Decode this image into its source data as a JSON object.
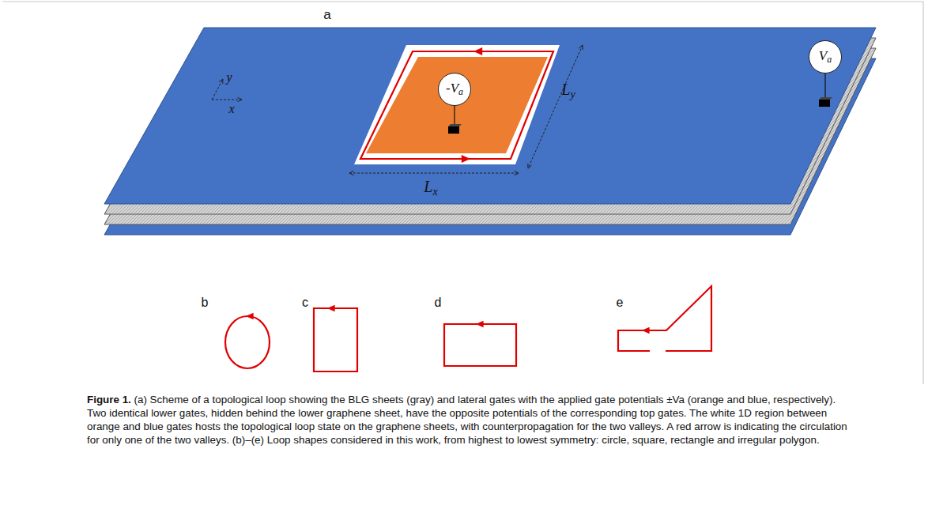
{
  "diagram": {
    "caption": "Figure 1. (a) Scheme of a topological loop showing the BLG sheets (gray) and lateral gates with the applied gate potentials ±Va (orange and blue, respectively). Two identical lower gates, hidden behind the lower graphene sheet, have the opposite potentials of the corresponding top gates. The white 1D region between orange and blue gates hosts the topological loop state on the graphene sheets, with counterpropagation for the two valleys. A red arrow is indicating the circulation for only one of the two valleys. (b)–(e) Loop shapes considered in this work, from highest to lowest symmetry: circle, square, rectangle and irregular polygon.",
    "nodes": [
      {
        "text": [
          "-Va"
        ]
      },
      {
        "text": [
          "Va"
        ]
      }
    ],
    "labels": [
      "a",
      "y",
      "x",
      "Ly",
      "Lx",
      "b",
      "c",
      "d",
      "e"
    ]
  }
}
